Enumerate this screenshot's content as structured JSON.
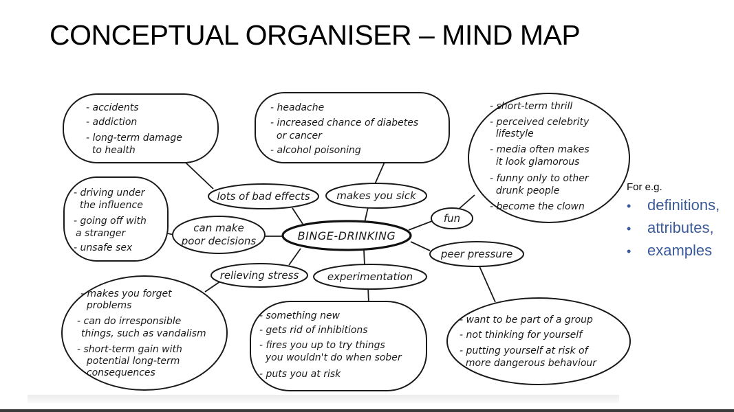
{
  "slide": {
    "title": "CONCEPTUAL ORGANISER – MIND MAP"
  },
  "mind_map": {
    "center": "BINGE-DRINKING",
    "branches": [
      {
        "label": "lots of bad effects",
        "details": [
          "- accidents",
          "- addiction",
          "- long-term damage",
          "  to health"
        ]
      },
      {
        "label": "makes you sick",
        "details": [
          "- headache",
          "- increased chance of diabetes",
          "  or cancer",
          "- alcohol poisoning"
        ]
      },
      {
        "label": "fun",
        "details": [
          "- short-term thrill",
          "- perceived celebrity",
          "  lifestyle",
          "- media often makes",
          "  it look glamorous",
          "- funny only to other",
          "  drunk people",
          "- become the clown"
        ]
      },
      {
        "label_lines": [
          "can make",
          "poor decisions"
        ],
        "details": [
          "- driving under",
          "  the influence",
          "- going off with",
          "a stranger",
          "- unsafe sex"
        ]
      },
      {
        "label": "peer pressure",
        "details": [
          "- want to be part of a group",
          "- not thinking for yourself",
          "- putting yourself at risk of",
          "  more dangerous behaviour"
        ]
      },
      {
        "label": "relieving stress",
        "details": [
          "- makes you forget",
          "  problems",
          "- can do irresponsible",
          "things, such as vandalism",
          "- short-term gain with",
          "  potential long-term",
          "  consequences"
        ]
      },
      {
        "label": "experimentation",
        "details": [
          "- something new",
          "- gets rid of inhibitions",
          "- fires you up to try things",
          "  you wouldn't do when sober",
          "- puts you at risk"
        ]
      }
    ]
  },
  "examples": {
    "heading": "For e.g.",
    "bullet": "•",
    "items": [
      "definitions,",
      "attributes,",
      "examples"
    ],
    "color": "#3b5a99"
  }
}
